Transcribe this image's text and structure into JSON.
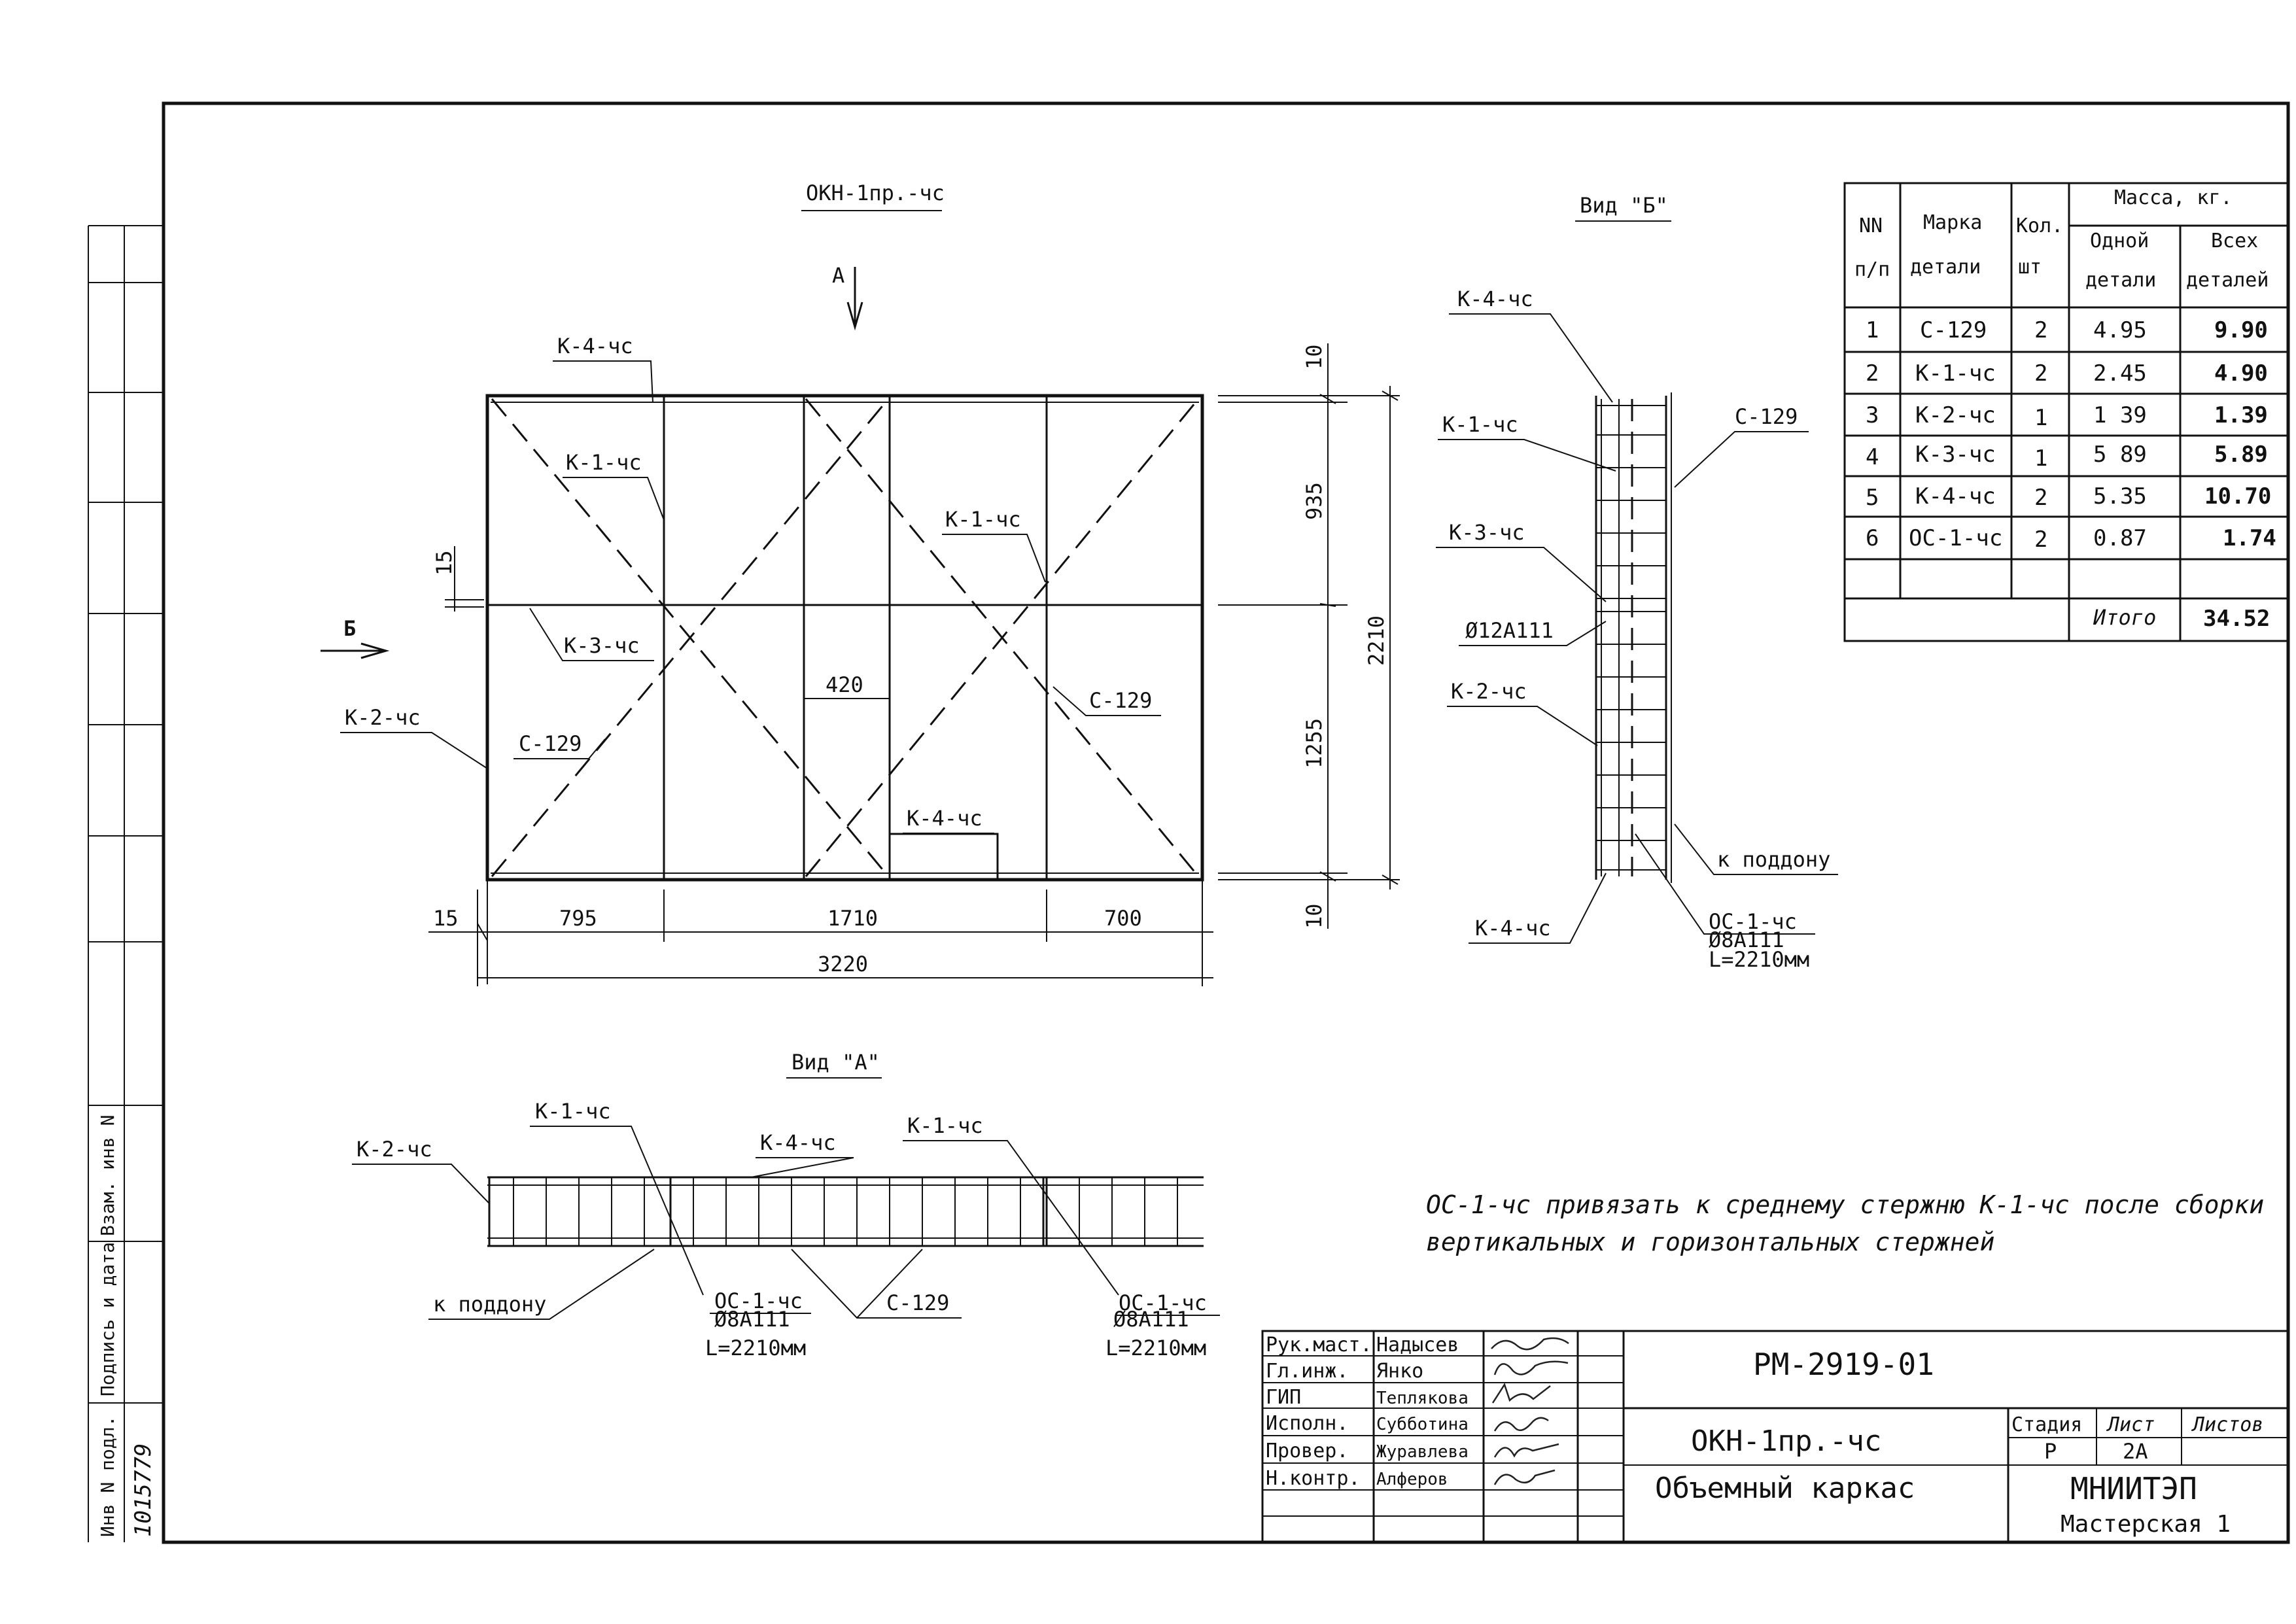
{
  "main_view": {
    "title": "ОКН-1пр.-чс",
    "arrow_a": "А",
    "arrow_b": "Б",
    "labels": {
      "k4_top": "К-4-чс",
      "k1_left": "К-1-чс",
      "k1_right": "К-1-чс",
      "k3": "К-3-чс",
      "k2": "К-2-чс",
      "c129_left": "С-129",
      "c129_right": "С-129",
      "k4_bottom": "К-4-чс"
    },
    "dims": {
      "d15_left": "15",
      "d795": "795",
      "d1710": "1710",
      "d700": "700",
      "d3220": "3220",
      "d420": "420",
      "d15_v": "15",
      "d10_top": "10",
      "d935": "935",
      "d1255": "1255",
      "d10_bottom": "10",
      "d2210": "2210"
    }
  },
  "view_b": {
    "title": "Вид \"Б\"",
    "labels": {
      "k4_top": "К-4-чс",
      "k1": "К-1-чс",
      "k3": "К-3-чс",
      "rebar": "Ø12А111",
      "k2": "К-2-чс",
      "k4_bottom": "К-4-чс",
      "c129": "С-129",
      "to_pallet": "к поддону",
      "oc1": "ОС-1-чс",
      "oc1_rebar": "Ø8А111",
      "oc1_len": "L=2210мм"
    }
  },
  "view_a": {
    "title": "Вид \"А\"",
    "labels": {
      "k2": "К-2-чс",
      "k1_left": "К-1-чс",
      "k4": "К-4-чс",
      "k1_right": "К-1-чс",
      "to_pallet": "к поддону",
      "oc1_left": "ОС-1-чс",
      "oc1_left_rebar": "Ø8А111",
      "oc1_left_len": "L=2210мм",
      "c129": "С-129",
      "oc1_right": "ОС-1-чс",
      "oc1_right_rebar": "Ø8А111",
      "oc1_right_len": "L=2210мм"
    }
  },
  "note": {
    "line1": "ОС-1-чс привязать к среднему стержню К-1-чс после сборки",
    "line2": "вертикальных и горизонтальных стержней"
  },
  "spec_table": {
    "headers": {
      "nn": "NN",
      "nn2": "п/п",
      "mark": "Марка",
      "mark2": "детали",
      "qty": "Кол.",
      "qty2": "шт",
      "mass": "Масса, кг.",
      "one": "Одной",
      "one2": "детали",
      "all": "Всех",
      "all2": "деталей"
    },
    "rows": [
      {
        "n": "1",
        "mark": "С-129",
        "qty": "2",
        "one": "4.95",
        "all": "9.90"
      },
      {
        "n": "2",
        "mark": "К-1-чс",
        "qty": "2",
        "one": "2.45",
        "all": "4.90"
      },
      {
        "n": "3",
        "mark": "К-2-чс",
        "qty": "1",
        "one": "1 39",
        "all": "1.39"
      },
      {
        "n": "4",
        "mark": "К-3-чс",
        "qty": "1",
        "one": "5 89",
        "all": "5.89"
      },
      {
        "n": "5",
        "mark": "К-4-чс",
        "qty": "2",
        "one": "5.35",
        "all": "10.70"
      },
      {
        "n": "6",
        "mark": "ОС-1-чс",
        "qty": "2",
        "one": "0.87",
        "all": "1.74"
      }
    ],
    "total_label": "Итого",
    "total_value": "34.52"
  },
  "title_block": {
    "doc_code": "РМ-2919-01",
    "name_line1": "ОКН-1пр.-чс",
    "name_line2": "Объемный каркас",
    "stage_label": "Стадия",
    "sheet_label": "Лист",
    "sheets_label": "Листов",
    "stage_value": "Р",
    "sheet_value": "2А",
    "org": "МНИИТЭП",
    "dept": "Мастерская 1",
    "roles": [
      {
        "role": "Рук.маст.",
        "name": "Надысев"
      },
      {
        "role": "Гл.инж.",
        "name": "Янко"
      },
      {
        "role": "ГИП",
        "name": "Теплякова"
      },
      {
        "role": "Исполн.",
        "name": "Субботина"
      },
      {
        "role": "Провер.",
        "name": "Журавлева"
      },
      {
        "role": "Н.контр.",
        "name": "Алферов"
      }
    ]
  },
  "side_stamp": {
    "inv_orig": "Инв N подл.",
    "sign_date": "Подпись и дата",
    "replace_inv": "Взам. инв N",
    "inv_number": "1015779"
  }
}
